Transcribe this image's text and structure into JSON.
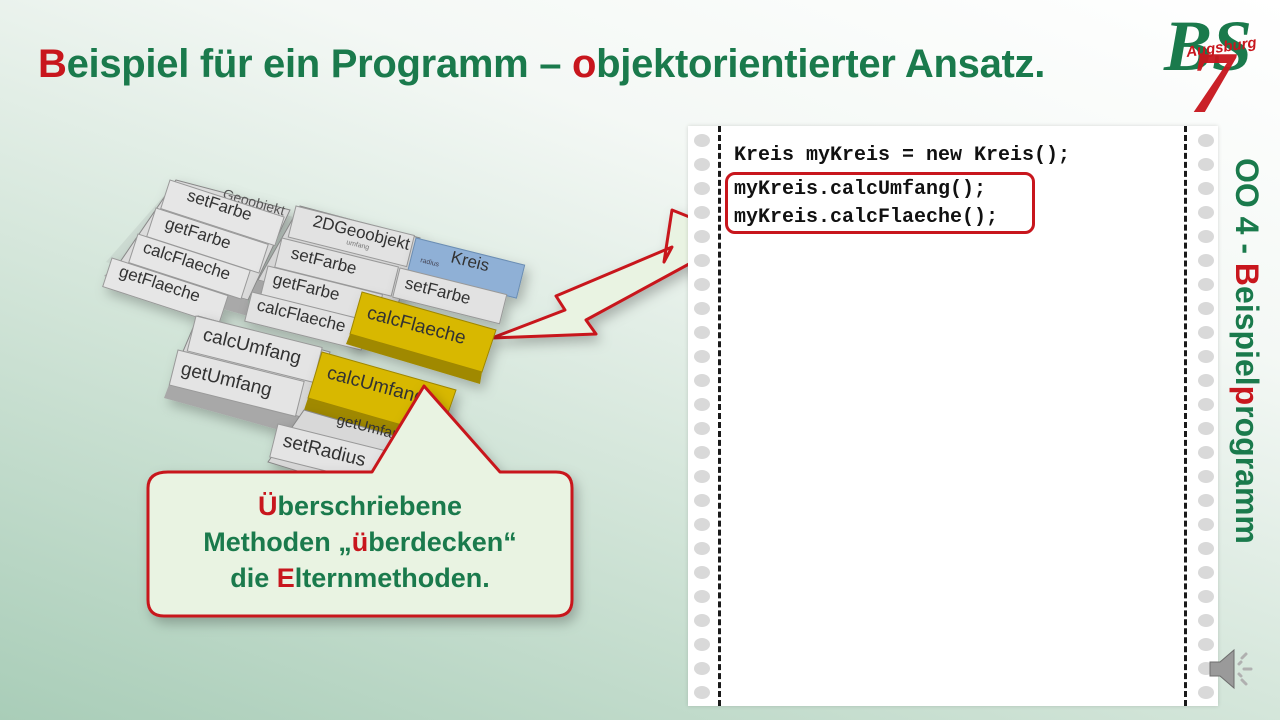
{
  "title": {
    "first_letter": "B",
    "part1": "eispiel für ein Programm – ",
    "second_letter": "o",
    "part2": "bjektorientierter Ansatz."
  },
  "logo": {
    "letters": "BS",
    "number": "7",
    "city": "Augsburg"
  },
  "code": {
    "line1": "Kreis myKreis = new Kreis();",
    "line2": "myKreis.calcUmfang();",
    "line3": "myKreis.calcFlaeche();"
  },
  "side_title": {
    "part1": "OO 4 - ",
    "b_letter": "B",
    "part2": "eispiel",
    "p_letter": "p",
    "part3": "rogramm"
  },
  "callout": {
    "u_letter": "Ü",
    "line1_rest": "berschriebene",
    "line2_pre": "Methoden „",
    "u2_letter": "ü",
    "line2_rest": "berdecken“",
    "line3_pre": "die ",
    "e_letter": "E",
    "line3_rest": "lternmethoden."
  },
  "diagram": {
    "geo_header": "Geoobjekt",
    "geo_methods": [
      "setFarbe",
      "getFarbe",
      "calcFlaeche",
      "getFlaeche"
    ],
    "twod_header": "2DGeoobjekt",
    "twod_sub": "umfang",
    "twod_methods": [
      "setFarbe",
      "getFarbe",
      "calcFlaeche"
    ],
    "kreis_header": "Kreis",
    "kreis_sub": "radius",
    "kreis_methods": [
      "setFarbe"
    ],
    "highlight_flaeche": "calcFlaeche",
    "umfang_methods": [
      "calcUmfang",
      "getUmfang"
    ],
    "highlight_umfang": "calcUmfang",
    "lower_methods": [
      "setRadius",
      "getUmfan"
    ]
  },
  "colors": {
    "green": "#1a7a4c",
    "red": "#c8161d",
    "highlight_yellow": "#d8b800",
    "kreis_blue": "#8fb0d6",
    "callout_bg": "#e9f3e2"
  },
  "icons": {
    "speaker": "speaker-icon"
  }
}
